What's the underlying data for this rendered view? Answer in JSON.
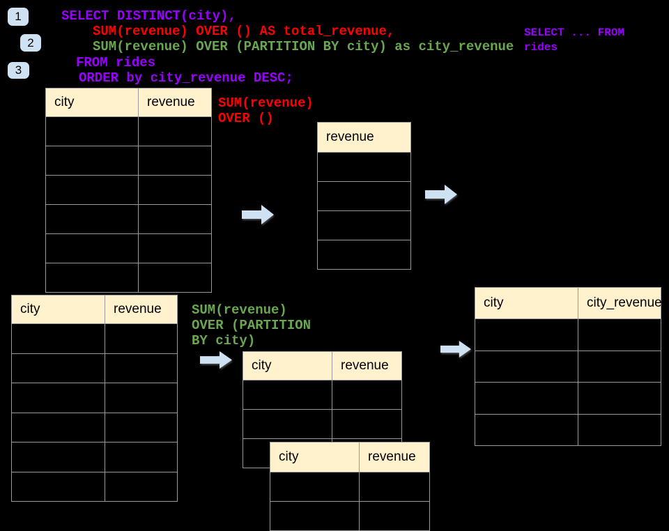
{
  "slide": {
    "step_badges": [
      {
        "label": "1"
      },
      {
        "label": "2"
      },
      {
        "label": "3"
      }
    ],
    "sql_code": {
      "lines": [
        {
          "text": "SELECT DISTINCT(city),",
          "color": "purple"
        },
        {
          "text": "SUM(revenue) OVER () AS total_revenue,",
          "color": "red"
        },
        {
          "text": "SUM(revenue) OVER (PARTITION BY city) as city_revenue",
          "color": "green"
        },
        {
          "text": "FROM rides",
          "color": "purple"
        },
        {
          "text": "ORDER by city_revenue DESC;",
          "color": "purple"
        }
      ]
    },
    "side_note": {
      "text": "SELECT ... FROM\nrides",
      "color": "purple"
    },
    "annotations": {
      "total_revenue": {
        "text": "SUM(revenue)\nOVER ()",
        "color": "red"
      },
      "city_revenue": {
        "text": "SUM(revenue)\nOVER (PARTITION\nBY city)",
        "color": "green"
      }
    },
    "tables": {
      "source_top": {
        "headers": [
          "city",
          "revenue"
        ],
        "empty_rows": 6
      },
      "total_revenue_result": {
        "headers": [
          "revenue"
        ],
        "empty_rows": 4
      },
      "source_bottom": {
        "headers": [
          "city",
          "revenue"
        ],
        "empty_rows": 6
      },
      "partitioned_mid": {
        "headers": [
          "city",
          "revenue"
        ],
        "empty_rows": 3
      },
      "partitioned_overlay": {
        "headers": [
          "city",
          "revenue"
        ],
        "empty_rows": 2
      },
      "city_revenue_result": {
        "headers": [
          "city",
          "city_revenue"
        ],
        "empty_rows": 4
      }
    },
    "colors": {
      "purple": "#9900ff",
      "red": "#ff0000",
      "green": "#6aa84f",
      "header_bg": "#fff2cc",
      "table_border": "#9a9a9a",
      "arrow_fill": "#cfe2f3",
      "badge_bg": "#cfe2f3",
      "background": "#000000",
      "text": "#000000"
    }
  }
}
